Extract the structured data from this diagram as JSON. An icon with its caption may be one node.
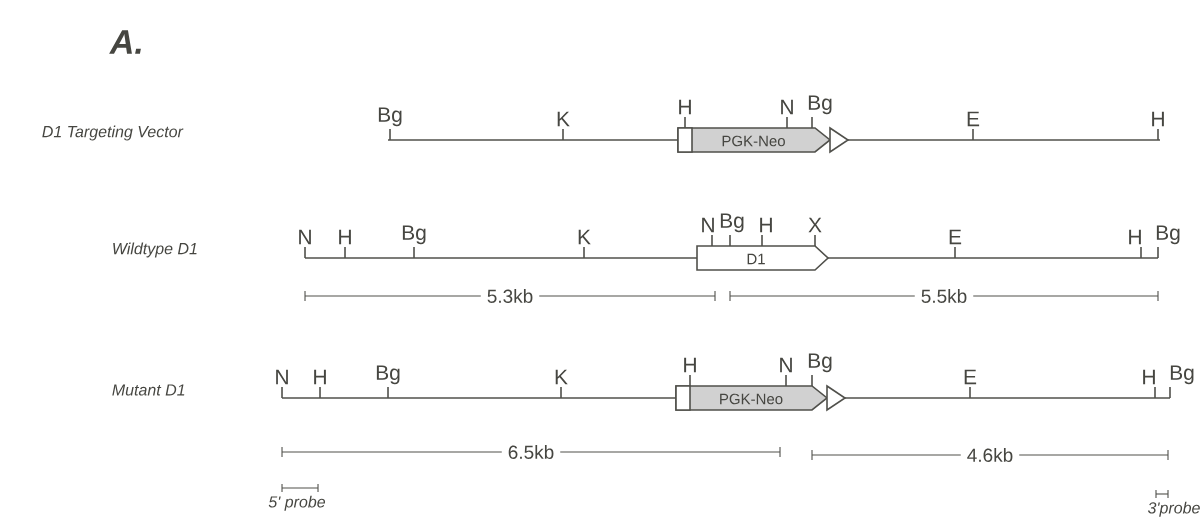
{
  "diagram": {
    "title": "A.",
    "nodes": [
      {
        "text": [
          "PGK-Neo"
        ]
      },
      {
        "text": [
          "D1"
        ]
      },
      {
        "text": [
          "PGK-Neo"
        ]
      }
    ],
    "labels": [
      "D1 Targeting Vector",
      "Bg",
      "K",
      "H",
      "N",
      "Bg",
      "E",
      "H",
      "Wildtype D1",
      "N",
      "H",
      "Bg",
      "K",
      "N",
      "Bg",
      "H",
      "X",
      "E",
      "H",
      "Bg",
      "5.3kb",
      "5.5kb",
      "Mutant D1",
      "N",
      "H",
      "Bg",
      "K",
      "H",
      "N",
      "Bg",
      "E",
      "H",
      "Bg",
      "6.5kb",
      "4.6kb",
      "5' probe",
      "3'probe"
    ]
  }
}
